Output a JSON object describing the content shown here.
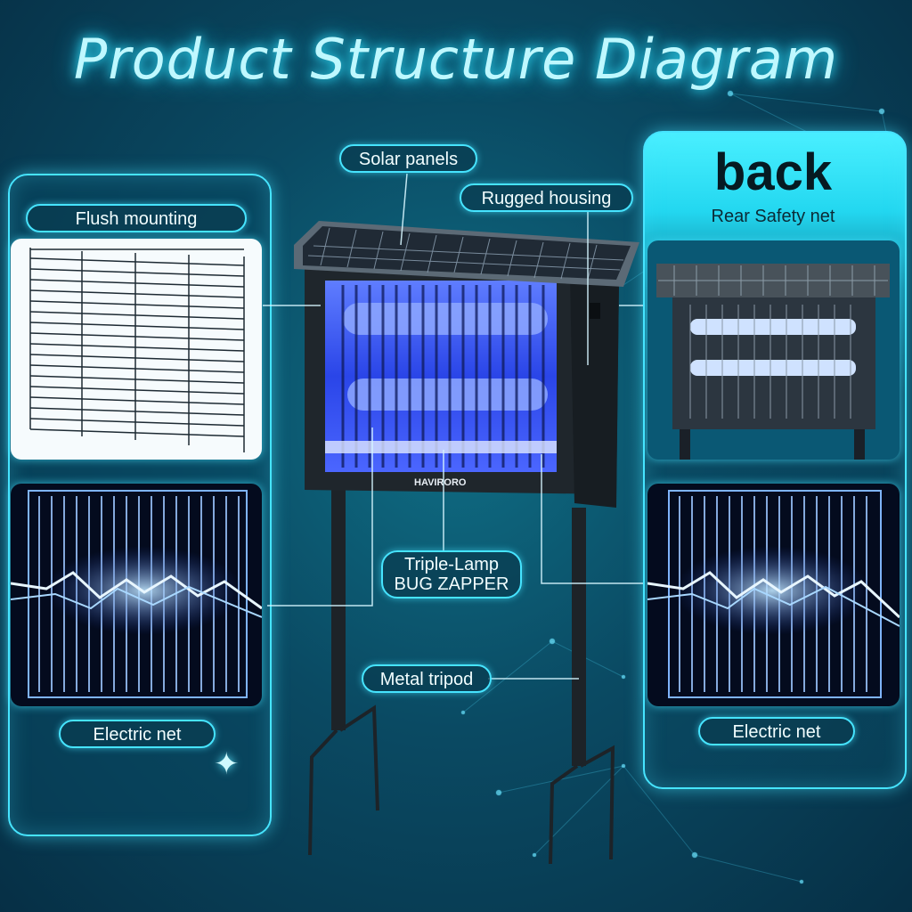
{
  "title": "Product Structure Diagram",
  "labels": {
    "solar_panels": "Solar panels",
    "rugged_housing": "Rugged housing",
    "triple_lamp_line1": "Triple-Lamp",
    "triple_lamp_line2": "BUG ZAPPER",
    "metal_tripod": "Metal tripod",
    "flush_mounting": "Flush mounting",
    "electric_net_left": "Electric net",
    "electric_net_right": "Electric net",
    "back": "back",
    "rear_safety_net": "Rear Safety net",
    "brand": "HAVIRORO"
  },
  "colors": {
    "accent": "#46e4ff",
    "background": "#0a4a63",
    "lamp_glow": "#3a6bff"
  },
  "icons": [
    "sparkle-icon"
  ]
}
